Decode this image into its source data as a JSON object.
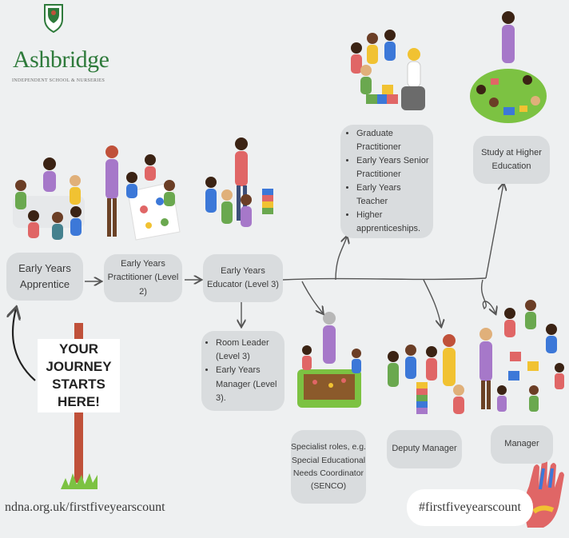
{
  "logo": {
    "name": "Ashbridge",
    "subtitle": "INDEPENDENT SCHOOL & NURSERIES"
  },
  "nodes": {
    "apprentice": "Early Years Apprentice",
    "practitioner": "Early Years Practitioner (Level 2)",
    "educator": "Early Years Educator (Level 3)",
    "higher_roles": [
      "Graduate Practitioner",
      "Early Years Senior Practitioner",
      "Early Years Teacher",
      "Higher apprenticeships."
    ],
    "study": "Study at Higher Education",
    "room_roles": [
      "Room Leader (Level 3)",
      "Early Years Manager (Level 3)."
    ],
    "specialist": "Specialist roles, e.g. Special Educational Needs Coordinator (SENCO)",
    "deputy": "Deputy Manager",
    "manager": "Manager"
  },
  "sign": {
    "text": "YOUR JOURNEY STARTS HERE!"
  },
  "footer": {
    "url": "ndna.org.uk/firstfiveyearscount",
    "hashtag": "#firstfiveyearscount"
  },
  "colors": {
    "node_bg": "#d9dcde",
    "page_bg": "#eef0f1",
    "logo_green": "#2e7a3b",
    "arrow": "#555555",
    "sign_post": "#c0513a",
    "grass": "#7cc242"
  },
  "icons": [
    "shield-crest-icon",
    "children-group-illustration",
    "hand-print-icon"
  ]
}
